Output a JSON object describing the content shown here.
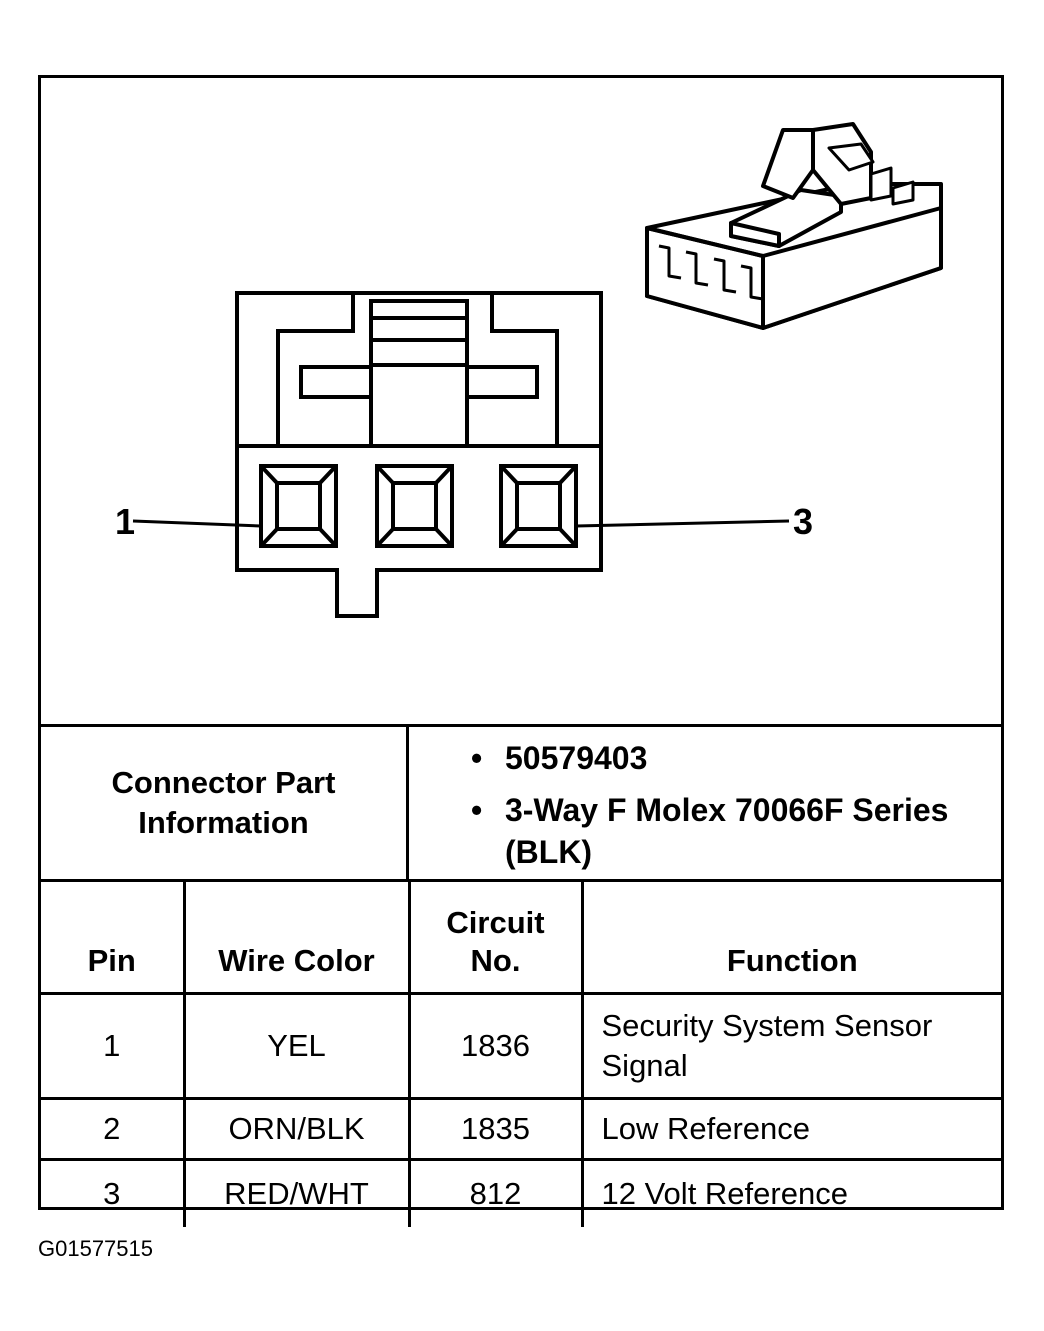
{
  "connector": {
    "pin_callouts": [
      "1",
      "3"
    ]
  },
  "part_info": {
    "label": "Connector Part Information",
    "items": [
      "50579403",
      "3-Way F Molex 70066F Series (BLK)"
    ]
  },
  "pin_table": {
    "headers": {
      "pin": "Pin",
      "wire_color": "Wire Color",
      "circuit_no": "Circuit No.",
      "function": "Function"
    },
    "rows": [
      {
        "pin": "1",
        "wire_color": "YEL",
        "circuit_no": "1836",
        "function": "Security System Sensor Signal"
      },
      {
        "pin": "2",
        "wire_color": "ORN/BLK",
        "circuit_no": "1835",
        "function": "Low Reference"
      },
      {
        "pin": "3",
        "wire_color": "RED/WHT",
        "circuit_no": "812",
        "function": "12 Volt Reference"
      }
    ]
  },
  "figure_id": "G01577515"
}
